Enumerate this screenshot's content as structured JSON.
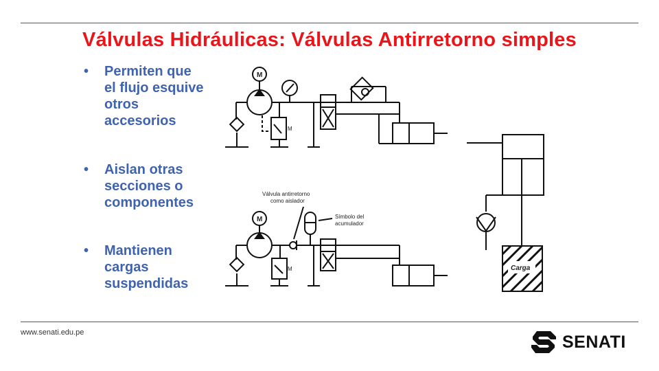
{
  "slide": {
    "title": "Válvulas Hidráulicas: Válvulas Antirretorno simples",
    "bullets": [
      {
        "marker": "•",
        "text": "Permiten que\nel flujo esquive\notros\naccesorios"
      },
      {
        "marker": "•",
        "text": "Aislan otras\nsecciones o\ncomponentes"
      },
      {
        "marker": "•",
        "text": "Mantienen\ncargas\nsuspendidas"
      }
    ]
  },
  "diagram": {
    "motor_label_top": "M",
    "motor_label_bottom": "M",
    "spring_label_top": "M",
    "spring_label_bottom": "M",
    "check_valve_label_line1": "Válvula antirretorno",
    "check_valve_label_line2": "como aislador",
    "accumulator_label_line1": "Símbolo del",
    "accumulator_label_line2": "acumulador",
    "load_label": "Carga"
  },
  "footer": {
    "url": "www.senati.edu.pe",
    "logo_text": "SENATI"
  },
  "colors": {
    "title": "#e8161b",
    "bullet_text": "#3f63b0",
    "line": "#111111"
  }
}
